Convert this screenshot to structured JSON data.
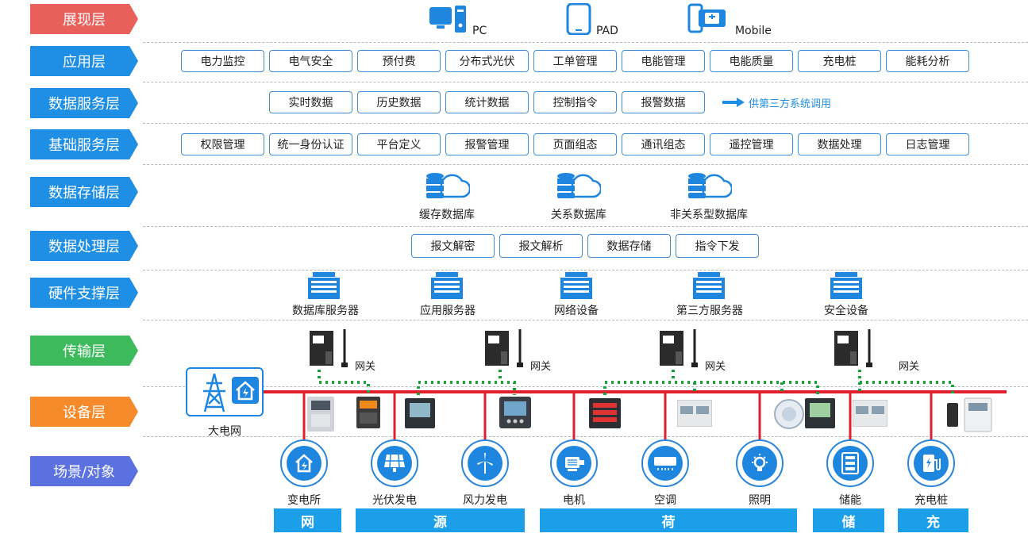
{
  "layers": [
    {
      "label": "展现层",
      "color": "#e9605b"
    },
    {
      "label": "应用层",
      "color": "#1f8fe5"
    },
    {
      "label": "数据服务层",
      "color": "#1f8fe5"
    },
    {
      "label": "基础服务层",
      "color": "#1f8fe5"
    },
    {
      "label": "数据存储层",
      "color": "#1f8fe5"
    },
    {
      "label": "数据处理层",
      "color": "#1f8fe5"
    },
    {
      "label": "硬件支撑层",
      "color": "#1f8fe5"
    },
    {
      "label": "传输层",
      "color": "#3cba5c"
    },
    {
      "label": "设备层",
      "color": "#f58a2a"
    },
    {
      "label": "场景/对象",
      "color": "#5b71e0"
    }
  ],
  "presentation": {
    "pc": "PC",
    "pad": "PAD",
    "mobile": "Mobile"
  },
  "application": [
    "电力监控",
    "电气安全",
    "预付费",
    "分布式光伏",
    "工单管理",
    "电能管理",
    "电能质量",
    "充电桩",
    "能耗分析"
  ],
  "data_service": {
    "items": [
      "实时数据",
      "历史数据",
      "统计数据",
      "控制指令",
      "报警数据"
    ],
    "third_party": "供第三方系统调用"
  },
  "basic_service": [
    "权限管理",
    "统一身份认证",
    "平台定义",
    "报警管理",
    "页面组态",
    "通讯组态",
    "遥控管理",
    "数据处理",
    "日志管理"
  ],
  "storage": [
    "缓存数据库",
    "关系数据库",
    "非关系型数据库"
  ],
  "processing": [
    "报文解密",
    "报文解析",
    "数据存储",
    "指令下发"
  ],
  "hardware": [
    "数据库服务器",
    "应用服务器",
    "网络设备",
    "第三方服务器",
    "安全设备"
  ],
  "gateway_label": "网关",
  "grid_label": "大电网",
  "scenes": [
    "变电所",
    "光伏发电",
    "风力发电",
    "电机",
    "空调",
    "照明",
    "储能",
    "充电桩"
  ],
  "categories": [
    "网",
    "源",
    "荷",
    "储",
    "充"
  ],
  "colors": {
    "accent": "#1f8fe5",
    "bus_red": "#e01f2b",
    "dot_green": "#1aa33a",
    "box_border": "#3d8fd6"
  }
}
